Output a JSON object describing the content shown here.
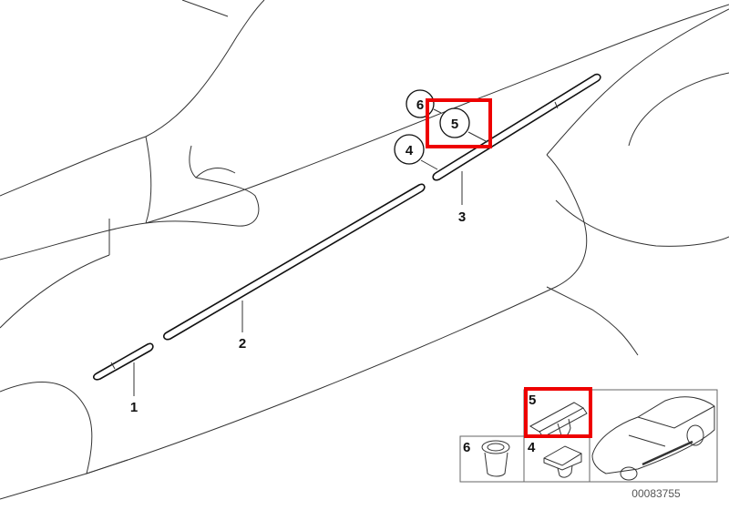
{
  "diagram": {
    "callouts": [
      {
        "id": "1",
        "text": "1"
      },
      {
        "id": "2",
        "text": "2"
      },
      {
        "id": "3",
        "text": "3"
      },
      {
        "id": "4",
        "text": "4"
      },
      {
        "id": "5",
        "text": "5"
      },
      {
        "id": "6",
        "text": "6"
      }
    ],
    "thumbnails": [
      {
        "label": "5",
        "highlighted": true
      },
      {
        "label": "6"
      },
      {
        "label": "4"
      }
    ],
    "part_code": "00083755",
    "highlight_color": "#e00000"
  }
}
